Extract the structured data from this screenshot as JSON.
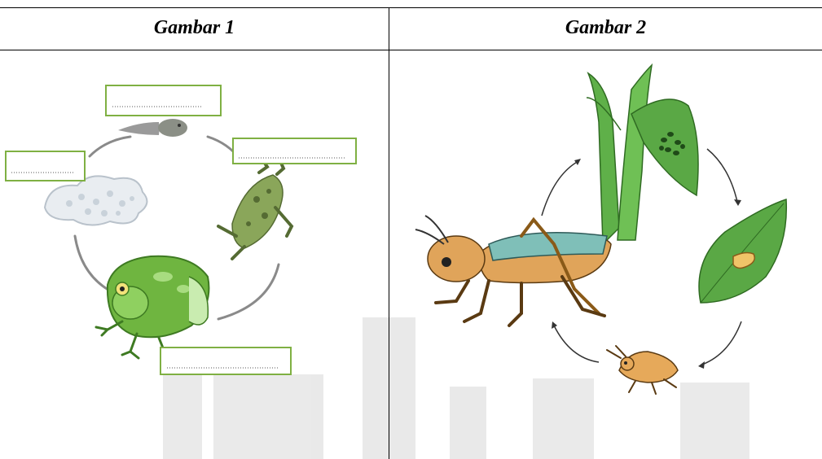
{
  "table": {
    "headers": [
      "Gambar 1",
      "Gambar 2"
    ]
  },
  "gambar_1": {
    "subject": "frog life cycle",
    "stages": [
      "frog-eggs",
      "tadpole",
      "froglet",
      "adult-frog"
    ],
    "answer_boxes": 4,
    "box_color": "#7fb043"
  },
  "gambar_2": {
    "subject": "grasshopper life cycle",
    "stages": [
      "eggs-on-plant",
      "larva-in-leaf",
      "nymph",
      "adult-grasshopper"
    ]
  },
  "colors": {
    "frog_green": "#6fb540",
    "leaf_green": "#5aa845",
    "grasshopper_wing": "#7fbfb8",
    "grasshopper_body": "#e0a45a"
  }
}
